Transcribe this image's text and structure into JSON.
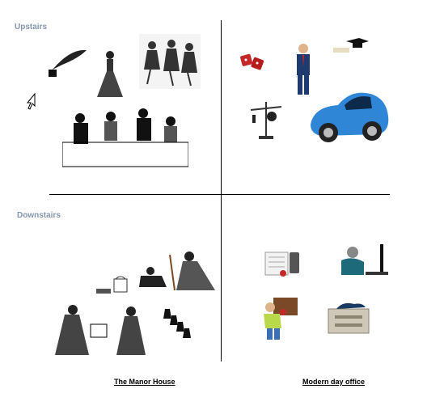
{
  "labels": {
    "upstairs": "Upstairs",
    "downstairs": "Downstairs"
  },
  "captions": {
    "manor": "The Manor House",
    "office": "Modern day office"
  },
  "icons": [
    "cursor-icon"
  ]
}
